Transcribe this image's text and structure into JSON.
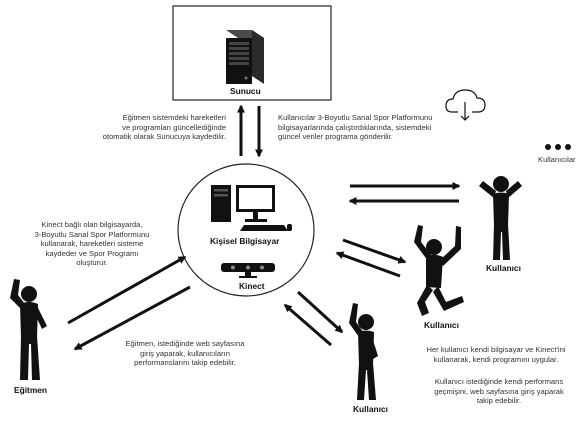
{
  "server": {
    "label": "Sunucu"
  },
  "hub": {
    "computer_label": "Kişisel Bilgisayar",
    "kinect_label": "Kinect"
  },
  "notes": {
    "trainer_saves": [
      "Eğitmen sistemdeki hareketleri",
      "ve programları güncellediğinde",
      "otomatik olarak Sunucuya kaydedilir."
    ],
    "users_run": [
      "Kullanıcılar 3-Boyutlu Sanal Spor Platformunu",
      "bilgisayarlarında çalıştırdıklarında, sistemdeki",
      "güncel veriler programa gönderilir."
    ],
    "trainer_creates": [
      "Kinect bağlı olan bilgisayarda,",
      "3-Boyutlu Sanal Spor Platformunu",
      "kullanarak, hareketleri sisteme",
      "kaydeder ve Spor Programı",
      "oluşturur."
    ],
    "trainer_tracks": [
      "Eğitmen, istediğinde web sayfasına",
      "giriş yaparak, kullanıcıların",
      "performanslarını takip edebilir."
    ],
    "user_applies": [
      "Her kullanıcı kendi bilgisayar ve Kinect'ini",
      "kullanarak, kendi programını uygular."
    ],
    "user_history": [
      "Kullanıcı istediğinde kendi performans",
      "geçmişini, web sayfasına giriş yaparak",
      "takip edebilir."
    ]
  },
  "actors": {
    "trainer": "Eğitmen",
    "user_1": "Kullanıcı",
    "user_2": "Kullanıcı",
    "user_3": "Kullanıcı",
    "more_users": "Kullanıcılar"
  },
  "icons": [
    "server-icon",
    "cloud-download-icon",
    "desktop-computer-icon",
    "kinect-sensor-icon",
    "ellipsis-icon"
  ],
  "colors": {
    "ink": "#111111",
    "text": "#333333",
    "background": "#ffffff"
  }
}
